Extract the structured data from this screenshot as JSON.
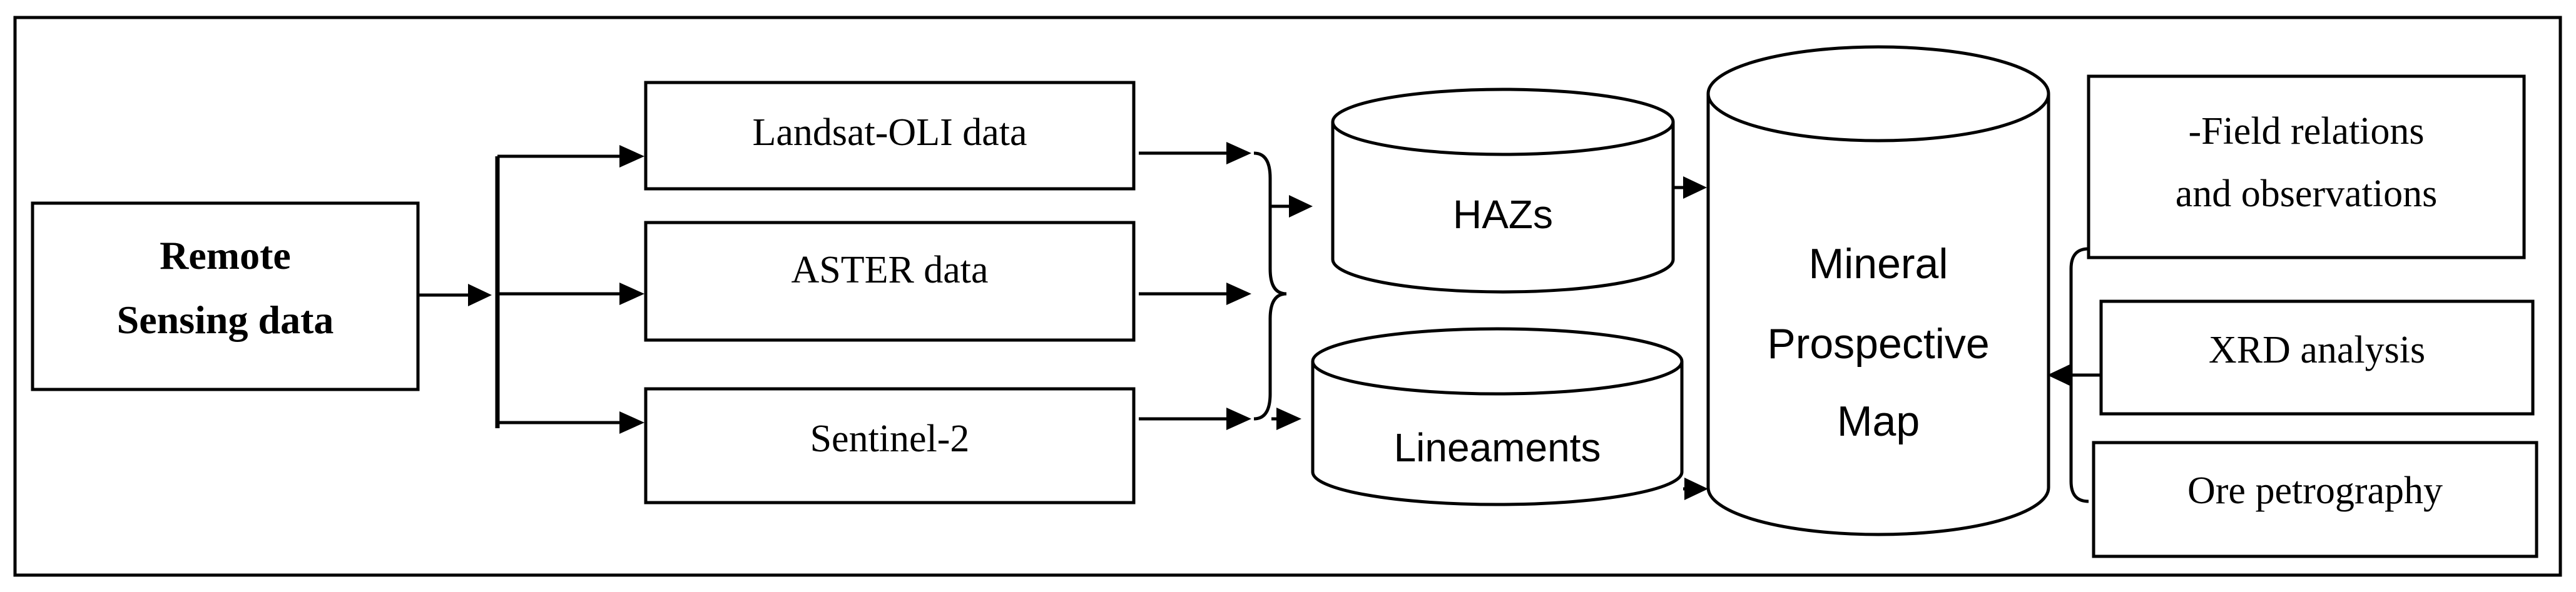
{
  "source": {
    "line1": "Remote",
    "line2": "Sensing data"
  },
  "inputs": {
    "landsat": "Landsat-OLI data",
    "aster": "ASTER data",
    "sentinel": "Sentinel-2"
  },
  "products": {
    "hazs": "HAZs",
    "lineaments": "Lineaments"
  },
  "output": {
    "line1": "Mineral",
    "line2": "Prospective",
    "line3": "Map"
  },
  "validation": {
    "field_line1": "-Field relations",
    "field_line2": "and observations",
    "xrd": "XRD analysis",
    "ore": "Ore petrography"
  }
}
